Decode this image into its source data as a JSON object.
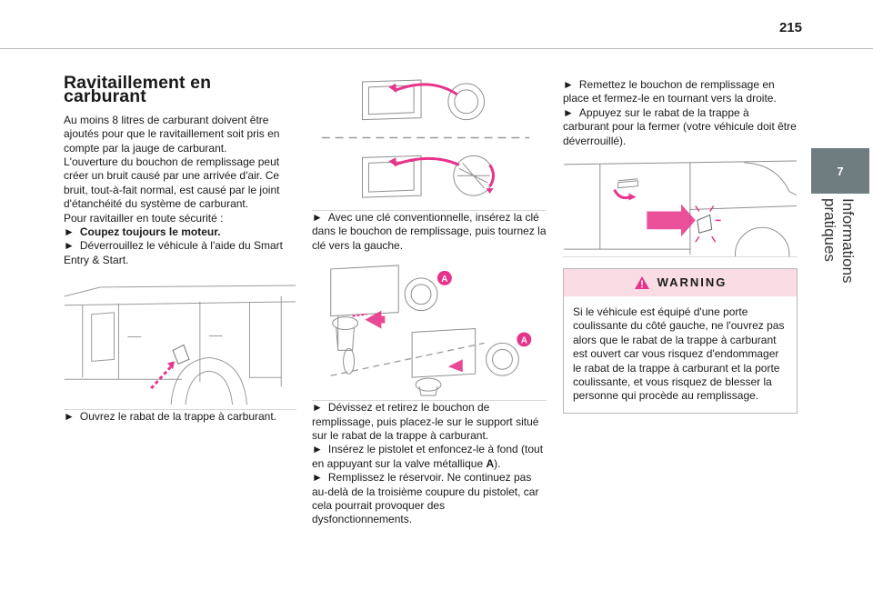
{
  "page": {
    "number": "215"
  },
  "chapter": {
    "number": "7",
    "title": "Informations pratiques"
  },
  "col1": {
    "title": "Ravitaillement en carburant",
    "p1": "Au moins 8 litres de carburant doivent être ajoutés pour que le ravitaillement soit pris en compte par la jauge de carburant.",
    "p2": "L'ouverture du bouchon de remplissage peut créer un bruit causé par une arrivée d'air. Ce bruit, tout-à-fait normal, est causé par le joint d'étanchéité du système de carburant.",
    "p3": "Pour ravitailler en toute sécurité :",
    "step1": "Coupez toujours le moteur.",
    "step2": "Déverrouillez le véhicule à l'aide du Smart Entry & Start.",
    "step3": "Ouvrez le rabat de la trappe à carburant."
  },
  "col2": {
    "step1": "Avec une clé conventionnelle, insérez la clé dans le bouchon de remplissage, puis tournez la clé vers la gauche.",
    "figure_label_a1": "A",
    "figure_label_a2": "A",
    "step2": "Dévissez et retirez le bouchon de remplissage, puis placez-le sur le support situé sur le rabat de la trappe à carburant.",
    "step3_pre": "Insérez le pistolet et enfoncez-le à fond (tout en appuyant sur la valve métallique ",
    "step3_bold": "A",
    "step3_post": ").",
    "step4": "Remplissez le réservoir. Ne continuez pas au-delà de la troisième coupure du pistolet, car cela pourrait provoquer des dysfonctionnements."
  },
  "col3": {
    "step1": "Remettez le bouchon de remplissage en place et fermez-le en tournant vers la droite.",
    "step2": "Appuyez sur le rabat de la trappe à carburant pour la fermer (votre véhicule doit être déverrouillé).",
    "warning_title": "WARNING",
    "warning_text": "Si le véhicule est équipé d'une porte coulissante du côté gauche, ne l'ouvrez pas alors que le rabat de la trappe à carburant est ouvert car vous risquez d'endommager le rabat de la trappe à carburant et la porte coulissante, et vous risquez de blesser la personne qui procède au remplissage."
  },
  "symbols": {
    "bullet": "►"
  },
  "colors": {
    "accent": "#e8338a",
    "tab": "#6f7c80",
    "warning_bg": "#f9dce4",
    "warning_icon": "#e8338a"
  }
}
